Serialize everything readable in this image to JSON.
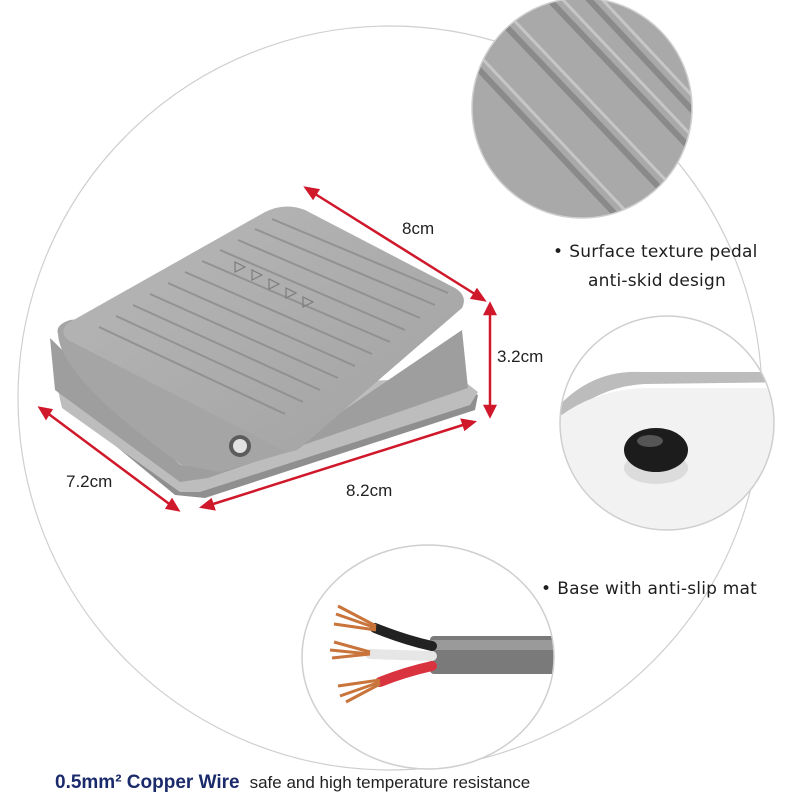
{
  "dimensions": {
    "top_length": "8cm",
    "height": "3.2cm",
    "width": "7.2cm",
    "base_length": "8.2cm"
  },
  "features": {
    "surface": {
      "line1": "Surface texture pedal",
      "line2": "anti-skid design"
    },
    "base": {
      "line1": "Base with anti-slip mat"
    },
    "bullet": "•"
  },
  "caption": {
    "bold": "0.5mm² Copper Wire",
    "rest": "safe and high temperature resistance"
  },
  "colors": {
    "dimension_line": "#d0182b",
    "caption_accent": "#1b2a6b",
    "pedal_gray": "#a9a9a9"
  }
}
